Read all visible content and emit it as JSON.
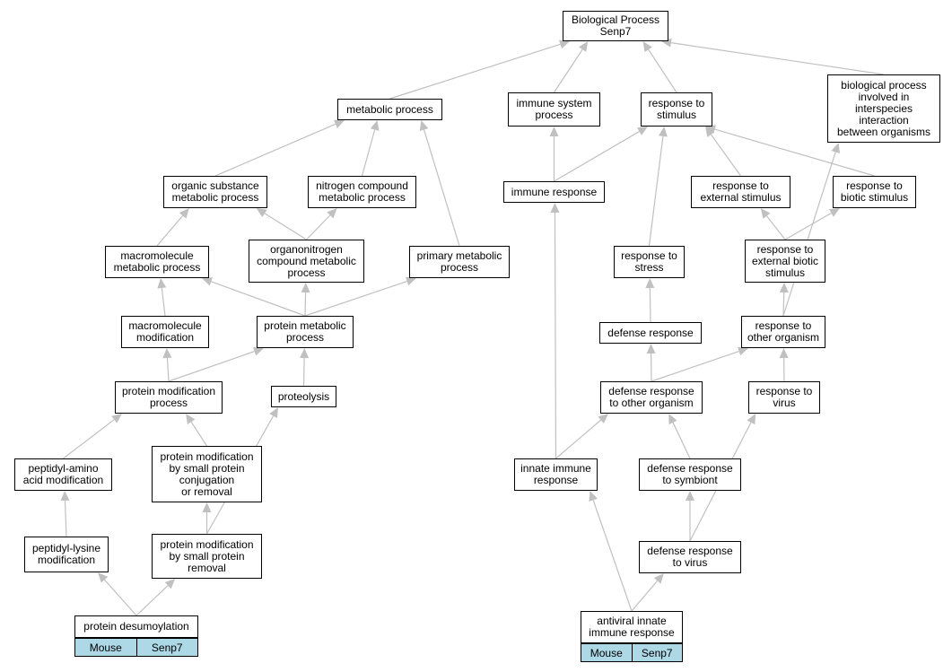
{
  "diagram": {
    "edge_color": "#c0c0c0",
    "tag_color": "#add8e6",
    "nodes": [
      {
        "id": "bp",
        "label": "Biological Process\nSenp7"
      },
      {
        "id": "met",
        "label": "metabolic process"
      },
      {
        "id": "iss",
        "label": "immune system\nprocess"
      },
      {
        "id": "rts",
        "label": "response to\nstimulus"
      },
      {
        "id": "bpi",
        "label": "biological process\ninvolved in\ninterspecies\ninteraction\nbetween organisms"
      },
      {
        "id": "osm",
        "label": "organic substance\nmetabolic process"
      },
      {
        "id": "ncm",
        "label": "nitrogen compound\nmetabolic process"
      },
      {
        "id": "ir",
        "label": "immune response"
      },
      {
        "id": "res",
        "label": "response to\nexternal stimulus"
      },
      {
        "id": "rbs",
        "label": "response to\nbiotic stimulus"
      },
      {
        "id": "mmp",
        "label": "macromolecule\nmetabolic process"
      },
      {
        "id": "ocm",
        "label": "organonitrogen\ncompound metabolic\nprocess"
      },
      {
        "id": "pmp",
        "label": "primary metabolic\nprocess"
      },
      {
        "id": "rst",
        "label": "response to\nstress"
      },
      {
        "id": "rebs",
        "label": "response to\nexternal biotic\nstimulus"
      },
      {
        "id": "mmm",
        "label": "macromolecule\nmodification"
      },
      {
        "id": "prm",
        "label": "protein metabolic\nprocess"
      },
      {
        "id": "def",
        "label": "defense response"
      },
      {
        "id": "roo",
        "label": "response to\nother organism"
      },
      {
        "id": "pmd",
        "label": "protein modification\nprocess"
      },
      {
        "id": "prt",
        "label": "proteolysis"
      },
      {
        "id": "droo",
        "label": "defense response\nto other organism"
      },
      {
        "id": "rtv",
        "label": "response to\nvirus"
      },
      {
        "id": "pam",
        "label": "peptidyl-amino\nacid modification"
      },
      {
        "id": "pmsc",
        "label": "protein modification\nby small protein\nconjugation\nor removal"
      },
      {
        "id": "iir",
        "label": "innate immune\nresponse"
      },
      {
        "id": "drs",
        "label": "defense response\nto symbiont"
      },
      {
        "id": "plm",
        "label": "peptidyl-lysine\nmodification"
      },
      {
        "id": "pmsr",
        "label": "protein modification\nby small protein\nremoval"
      },
      {
        "id": "drv",
        "label": "defense response\nto virus"
      }
    ],
    "leaves": [
      {
        "id": "pds",
        "label": "protein desumoylation",
        "tags": [
          "Mouse",
          "Senp7"
        ]
      },
      {
        "id": "air",
        "label": "antiviral innate\nimmune response",
        "tags": [
          "Mouse",
          "Senp7"
        ]
      }
    ],
    "edges": [
      [
        "met",
        "bp"
      ],
      [
        "iss",
        "bp"
      ],
      [
        "rts",
        "bp"
      ],
      [
        "bpi",
        "bp"
      ],
      [
        "osm",
        "met"
      ],
      [
        "ncm",
        "met"
      ],
      [
        "pmp",
        "met"
      ],
      [
        "ir",
        "iss"
      ],
      [
        "ir",
        "rts"
      ],
      [
        "rst",
        "rts"
      ],
      [
        "res",
        "rts"
      ],
      [
        "rbs",
        "rts"
      ],
      [
        "mmp",
        "osm"
      ],
      [
        "ocm",
        "osm"
      ],
      [
        "ocm",
        "ncm"
      ],
      [
        "rebs",
        "res"
      ],
      [
        "rebs",
        "rbs"
      ],
      [
        "mmm",
        "mmp"
      ],
      [
        "prm",
        "mmp"
      ],
      [
        "prm",
        "ocm"
      ],
      [
        "prm",
        "pmp"
      ],
      [
        "def",
        "rst"
      ],
      [
        "roo",
        "rebs"
      ],
      [
        "roo",
        "bpi"
      ],
      [
        "pmd",
        "mmm"
      ],
      [
        "pmd",
        "prm"
      ],
      [
        "prt",
        "prm"
      ],
      [
        "droo",
        "def"
      ],
      [
        "droo",
        "roo"
      ],
      [
        "rtv",
        "roo"
      ],
      [
        "pam",
        "pmd"
      ],
      [
        "pmsc",
        "pmd"
      ],
      [
        "iir",
        "ir"
      ],
      [
        "iir",
        "droo"
      ],
      [
        "drs",
        "droo"
      ],
      [
        "plm",
        "pam"
      ],
      [
        "pmsr",
        "pmsc"
      ],
      [
        "pmsr",
        "prt"
      ],
      [
        "drv",
        "drs"
      ],
      [
        "drv",
        "rtv"
      ],
      [
        "pds",
        "plm"
      ],
      [
        "pds",
        "pmsr"
      ],
      [
        "air",
        "iir"
      ],
      [
        "air",
        "drv"
      ]
    ]
  }
}
